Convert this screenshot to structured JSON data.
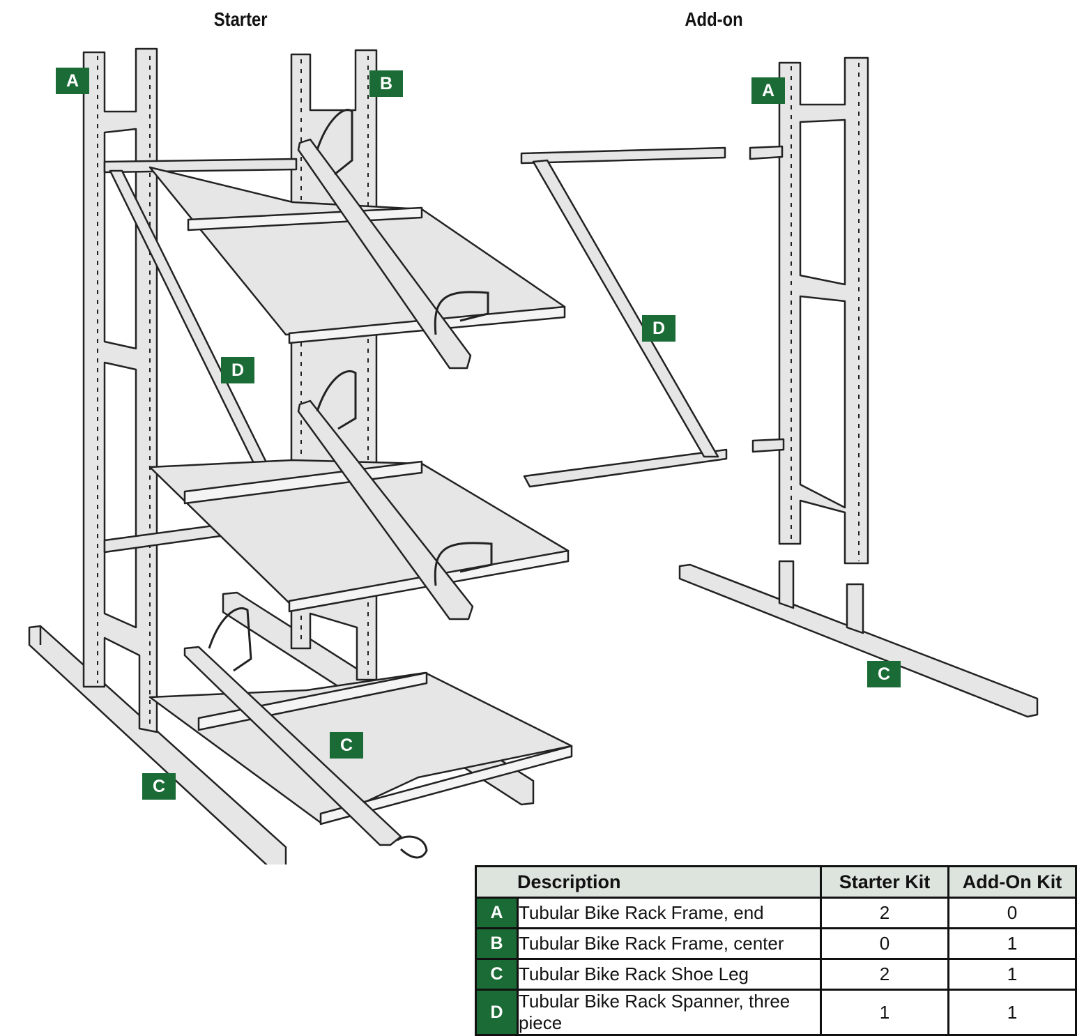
{
  "headings": {
    "starter": "Starter",
    "addon": "Add-on"
  },
  "callouts": {
    "starter": [
      "A",
      "B",
      "D",
      "C",
      "C"
    ],
    "addon": [
      "A",
      "D",
      "C"
    ]
  },
  "table": {
    "headers": {
      "description": "Description",
      "starter": "Starter Kit",
      "addon": "Add-On Kit"
    },
    "rows": [
      {
        "letter": "A",
        "description": "Tubular Bike Rack Frame, end",
        "starter": "2",
        "addon": "0"
      },
      {
        "letter": "B",
        "description": "Tubular Bike Rack Frame, center",
        "starter": "0",
        "addon": "1"
      },
      {
        "letter": "C",
        "description": "Tubular Bike Rack Shoe Leg",
        "starter": "2",
        "addon": "1"
      },
      {
        "letter": "D",
        "description": "Tubular Bike Rack Spanner, three piece",
        "starter": "1",
        "addon": "1"
      }
    ]
  },
  "colors": {
    "callout_green": "#1b6b36",
    "part_fill": "#e6e6e6",
    "line": "#222222",
    "header_fill": "#dde4dd"
  }
}
